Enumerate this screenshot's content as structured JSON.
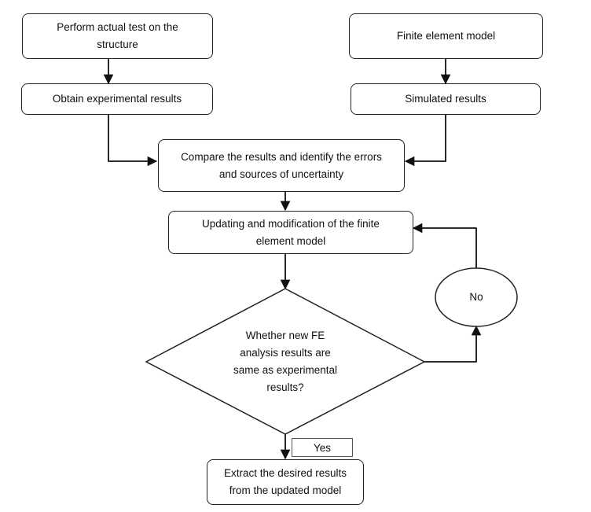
{
  "nodes": {
    "test": "Perform actual test on the\nstructure",
    "fem": "Finite element model",
    "experimental": "Obtain experimental results",
    "simulated": "Simulated results",
    "compare": "Compare the results and identify the errors\nand sources of uncertainty",
    "update": "Updating and modification of the finite\nelement model",
    "decision": "Whether new FE\nanalysis results are\nsame as experimental\nresults?",
    "no": "No",
    "yes": "Yes",
    "extract": "Extract the desired results\nfrom the updated model"
  }
}
